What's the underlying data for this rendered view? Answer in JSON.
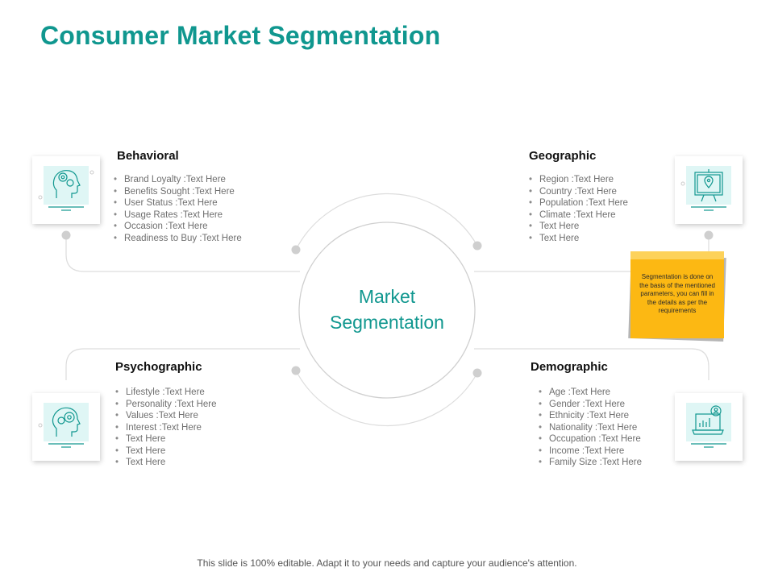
{
  "title": "Consumer Market Segmentation",
  "center": {
    "line1": "Market",
    "line2": "Segmentation"
  },
  "colors": {
    "accent": "#10978f",
    "note": "#fcb813",
    "icon_bg": "#dff6f5"
  },
  "sections": {
    "behavioral": {
      "heading": "Behavioral",
      "icon": "head-gears-icon",
      "items": [
        "Brand Loyalty :Text Here",
        "Benefits Sought :Text Here",
        "User Status :Text Here",
        "Usage Rates :Text Here",
        "Occasion :Text Here",
        "Readiness to Buy :Text Here"
      ]
    },
    "geographic": {
      "heading": "Geographic",
      "icon": "map-board-icon",
      "items": [
        "Region :Text Here",
        "Country :Text Here",
        "Population :Text Here",
        "Climate :Text Here",
        "Text Here",
        "Text Here"
      ]
    },
    "psychographic": {
      "heading": "Psychographic",
      "icon": "head-gear-icon",
      "items": [
        "Lifestyle :Text Here",
        "Personality :Text Here",
        "Values :Text Here",
        "Interest :Text Here",
        "Text Here",
        "Text Here",
        "Text Here"
      ]
    },
    "demographic": {
      "heading": "Demographic",
      "icon": "laptop-chart-icon",
      "items": [
        "Age :Text Here",
        "Gender :Text Here",
        "Ethnicity :Text Here",
        "Nationality :Text Here",
        "Occupation :Text Here",
        "Income :Text Here",
        "Family Size :Text Here"
      ]
    }
  },
  "note": "Segmentation is done on the basis of the mentioned parameters, you can fill in the details as per the requirements",
  "footer": "This slide is 100% editable. Adapt it to your needs and capture your audience's attention."
}
